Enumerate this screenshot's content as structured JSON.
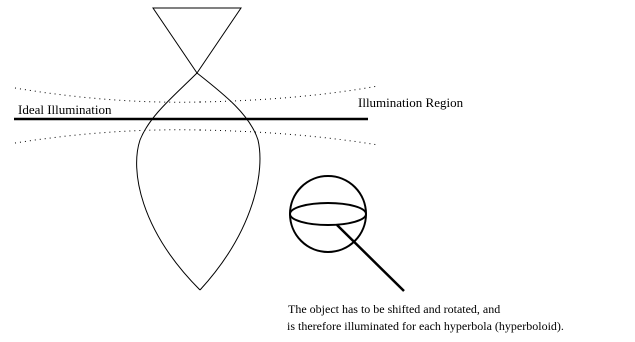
{
  "labels": {
    "ideal_illumination": "Ideal Illumination",
    "illumination_region": "Illumination Region"
  },
  "caption": {
    "line1": "The object has to be shifted and rotated, and",
    "line2": " is therefore illuminated for each hyperbola (hyperboloid)."
  },
  "colors": {
    "stroke": "#000000",
    "background": "#ffffff"
  }
}
